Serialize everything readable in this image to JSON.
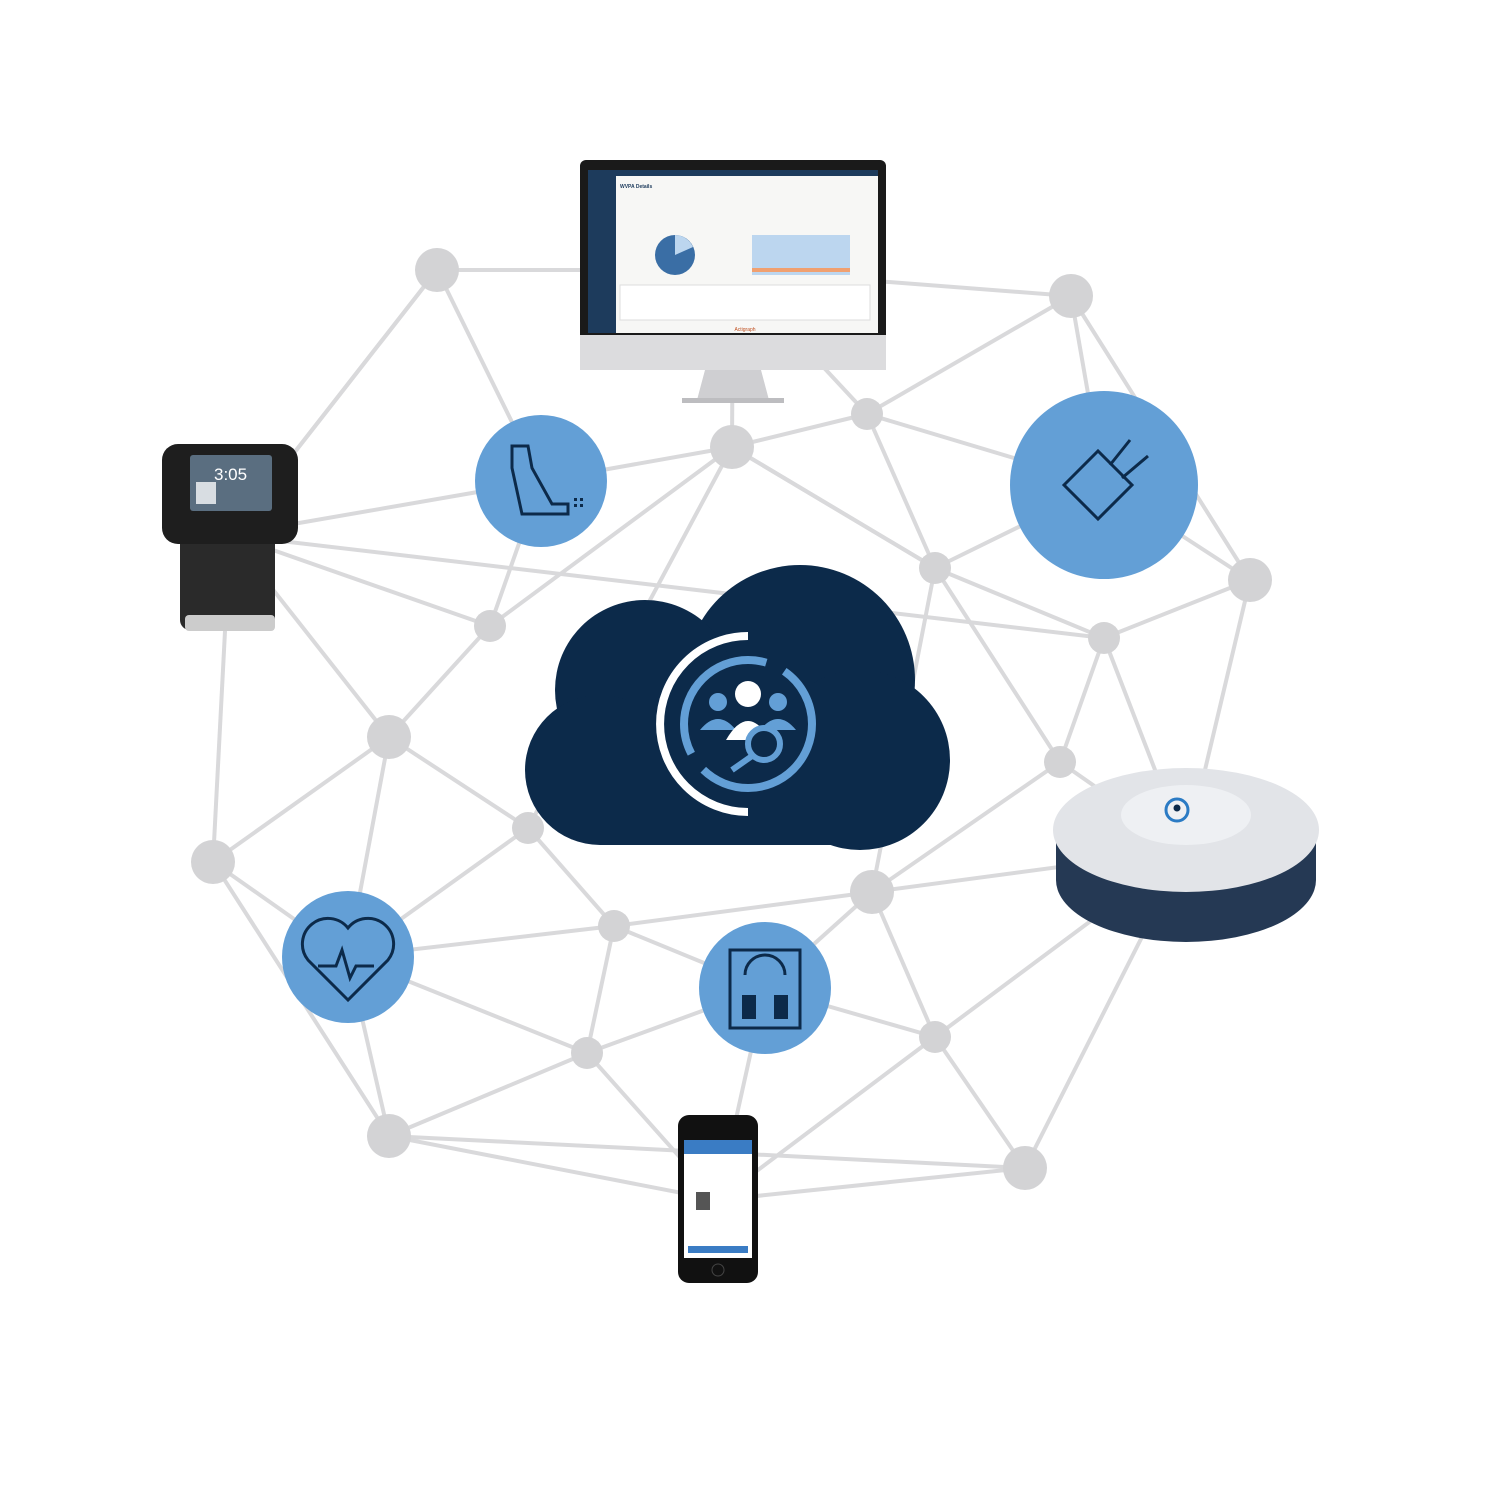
{
  "monitor": {
    "title": "WVPA Details",
    "brand": "Actigraph"
  },
  "watch": {
    "time": "3:05"
  },
  "colors": {
    "cloud": "#0c2a4a",
    "accent": "#639fd6",
    "node": "#d3d3d5",
    "line": "#d9d9db"
  },
  "icons": [
    "inhaler-icon",
    "plug-icon",
    "heart-rate-icon",
    "scale-icon",
    "cloud-analytics-icon"
  ]
}
